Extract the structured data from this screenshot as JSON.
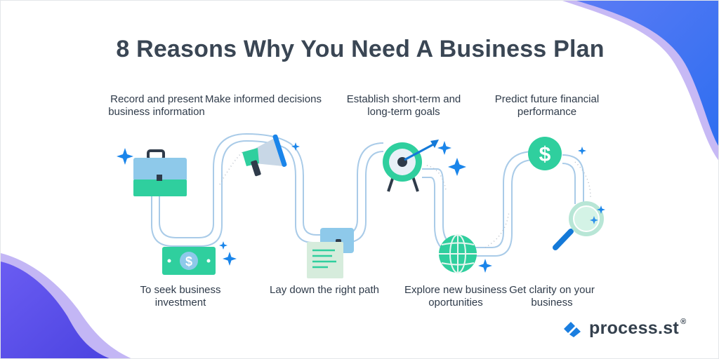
{
  "title": "8 Reasons Why You Need A Business Plan",
  "reasons_top": [
    {
      "label": "Record and present business information",
      "icon": "briefcase-icon"
    },
    {
      "label": "Make informed decisions",
      "icon": "megaphone-icon"
    },
    {
      "label": "Establish short-term and long-term goals",
      "icon": "target-icon"
    },
    {
      "label": "Predict future financial performance",
      "icon": "dollar-coin-icon"
    }
  ],
  "reasons_bottom": [
    {
      "label": "To seek business investment",
      "icon": "banknote-icon"
    },
    {
      "label": "Lay down the right path",
      "icon": "documents-icon"
    },
    {
      "label": "Explore new business oportunities",
      "icon": "globe-icon"
    },
    {
      "label": "Get clarity on your business",
      "icon": "magnifier-icon"
    }
  ],
  "brand": {
    "name": "process.st",
    "mark": "®"
  },
  "colors": {
    "title": "#3a4654",
    "path": "#9fc4e4",
    "accent_teal": "#2fcf9e",
    "accent_blue": "#1479d8",
    "blob_top": "#3a5cf0",
    "blob_bottom": "#5a4ce8"
  }
}
